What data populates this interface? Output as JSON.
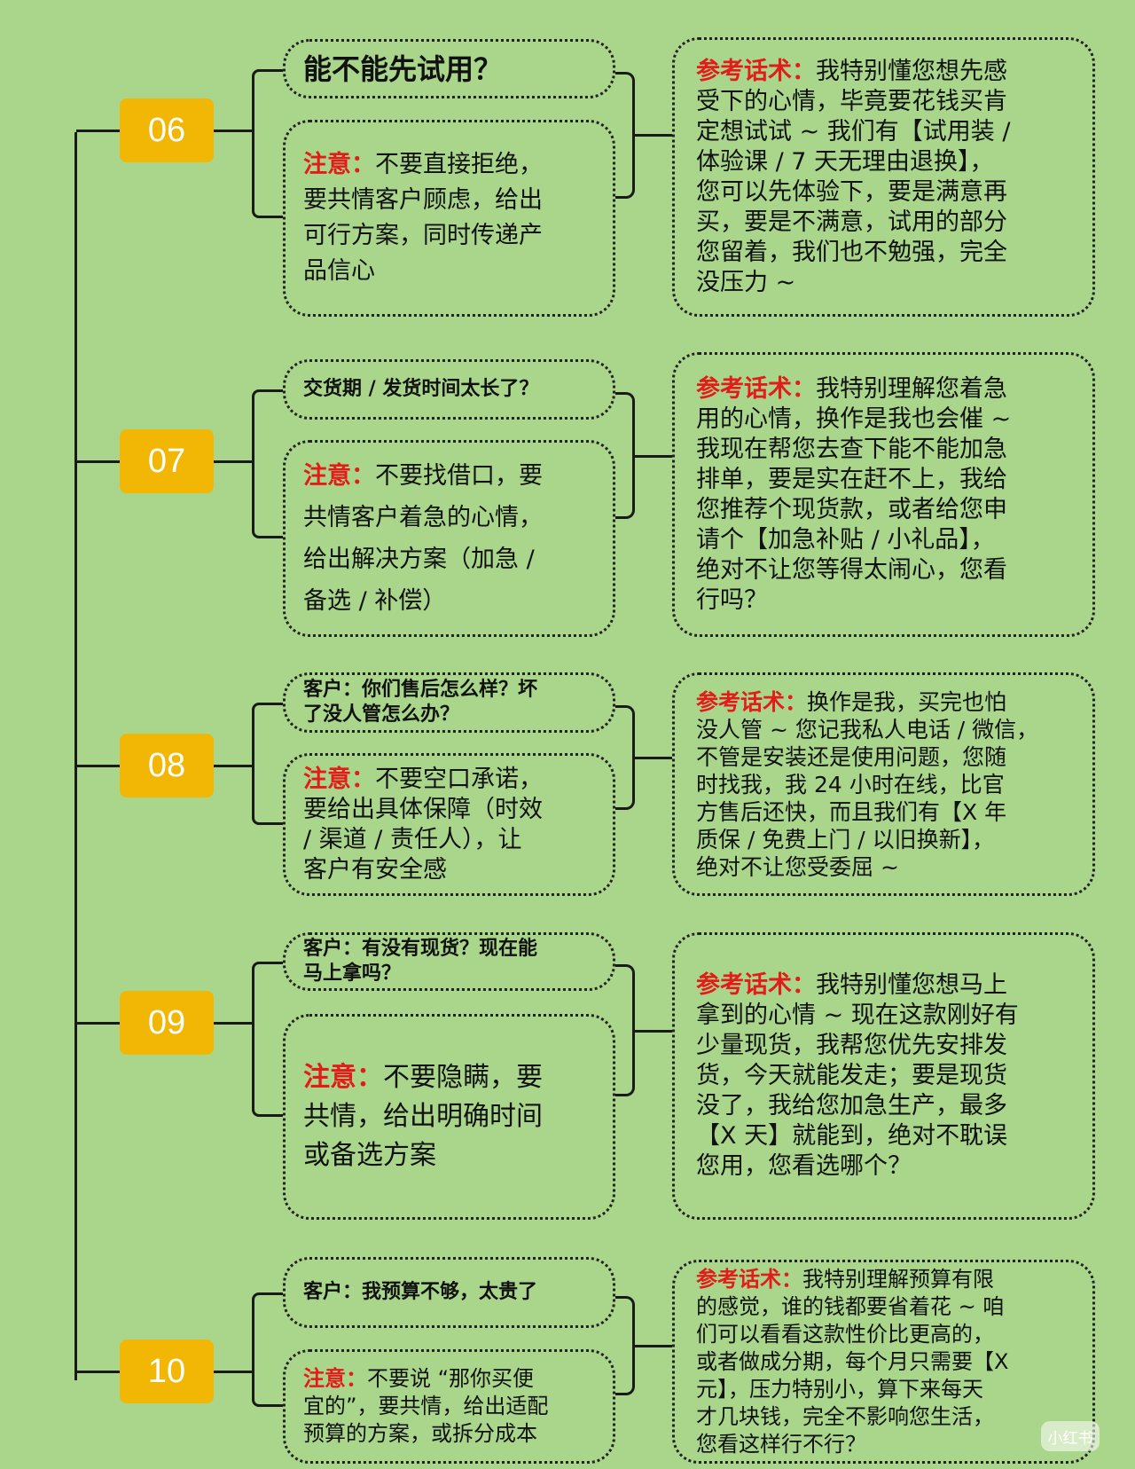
{
  "items": [
    {
      "num": "06",
      "question_lines": [
        "能不能先试用？"
      ],
      "note_label": "注意：",
      "note_lines": [
        "不要直接拒绝，",
        "要共情客户顾虑，给出",
        "可行方案，同时传递产",
        "品信心"
      ],
      "ref_label": "参考话术：",
      "ref_lines": [
        "我特别懂您想先感",
        "受下的心情，毕竟要花钱买肯",
        "定想试试 ~ 我们有【试用装 /",
        "体验课 / 7 天无理由退换】，",
        "您可以先体验下，要是满意再",
        "买，要是不满意，试用的部分",
        "您留着，我们也不勉强，完全",
        "没压力 ~"
      ]
    },
    {
      "num": "07",
      "question_lines": [
        "交货期 / 发货时间太长了？"
      ],
      "note_label": "注意：",
      "note_lines": [
        "不要找借口，要",
        "共情客户着急的心情，",
        "给出解决方案（加急 /",
        "备选 / 补偿）"
      ],
      "ref_label": "参考话术：",
      "ref_lines": [
        "我特别理解您着急",
        "用的心情，换作是我也会催 ~",
        "我现在帮您去查下能不能加急",
        "排单，要是实在赶不上，我给",
        "您推荐个现货款，或者给您申",
        "请个【加急补贴 / 小礼品】，",
        "绝对不让您等得太闹心，您看",
        "行吗？"
      ]
    },
    {
      "num": "08",
      "question_lines": [
        "客户：你们售后怎么样？坏",
        "了没人管怎么办？"
      ],
      "note_label": "注意：",
      "note_lines": [
        "不要空口承诺，",
        "要给出具体保障（时效",
        "/ 渠道 / 责任人），让",
        "客户有安全感"
      ],
      "ref_label": "参考话术：",
      "ref_lines": [
        "换作是我，买完也怕",
        "没人管 ~ 您记我私人电话 / 微信，",
        "不管是安装还是使用问题，您随",
        "时找我，我 24 小时在线，比官",
        "方售后还快，而且我们有【X 年",
        "质保 / 免费上门 / 以旧换新】，",
        "绝对不让您受委屈 ~"
      ]
    },
    {
      "num": "09",
      "question_lines": [
        "客户：有没有现货？现在能",
        "马上拿吗？"
      ],
      "note_label": "注意：",
      "note_lines": [
        "不要隐瞒，要",
        "共情，给出明确时间",
        "或备选方案"
      ],
      "ref_label": "参考话术：",
      "ref_lines": [
        "我特别懂您想马上",
        "拿到的心情 ~ 现在这款刚好有",
        "少量现货，我帮您优先安排发",
        "货，今天就能发走；要是现货",
        "没了，我给您加急生产，最多",
        "【X 天】就能到，绝对不耽误",
        "您用，您看选哪个？"
      ]
    },
    {
      "num": "10",
      "question_lines": [
        "客户：我预算不够，太贵了"
      ],
      "note_label": "注意：",
      "note_lines": [
        "不要说 “那你买便",
        "宜的”，要共情，给出适配",
        "预算的方案，或拆分成本"
      ],
      "ref_label": "参考话术：",
      "ref_lines": [
        "我特别理解预算有限",
        "的感觉，谁的钱都要省着花 ~ 咱",
        "们可以看看这款性价比更高的，",
        "或者做成分期，每个月只需要【X",
        "元】，压力特别小，算下来每天",
        "才几块钱，完全不影响您生活，",
        "您看这样行不行？"
      ]
    }
  ],
  "watermark": "小红书",
  "colors": {
    "background": "#a9d68b",
    "badge": "#f2b705",
    "label_red": "#e31b1b"
  }
}
